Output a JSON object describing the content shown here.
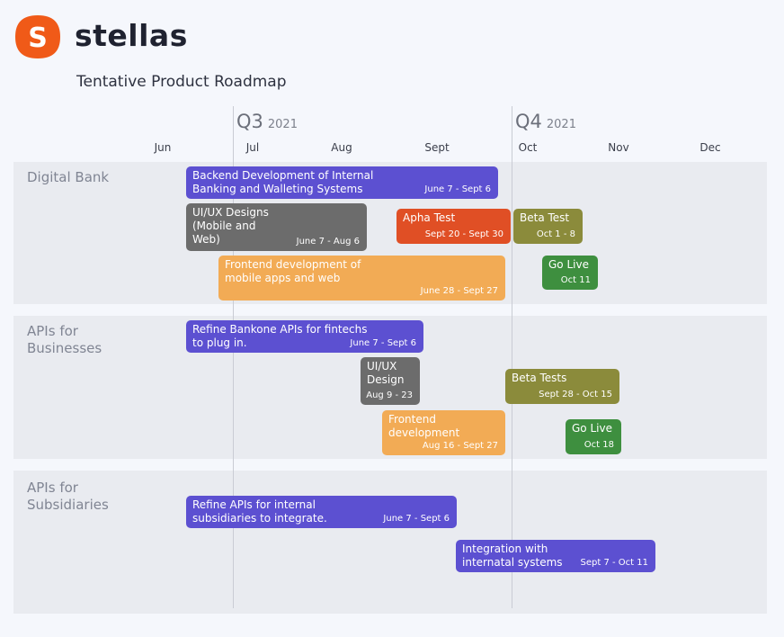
{
  "brand": {
    "name": "stellas",
    "logo_letter": "S",
    "logo_color": "#f05a18"
  },
  "subtitle": "Tentative Product Roadmap",
  "quarters": [
    {
      "label": "Q3",
      "year": "2021"
    },
    {
      "label": "Q4",
      "year": "2021"
    }
  ],
  "months": [
    "Jun",
    "Jul",
    "Aug",
    "Sept",
    "Oct",
    "Nov",
    "Dec"
  ],
  "sections": [
    {
      "label": "Digital Bank",
      "tasks": [
        {
          "title": "Backend Development of Internal\nBanking and Walleting Systems",
          "dates": "June 7 - Sept 6",
          "color": "#5c50d1"
        },
        {
          "title": "UI/UX Designs\n(Mobile and\nWeb)",
          "dates": "June 7 - Aug 6",
          "color": "#6c6c6c"
        },
        {
          "title": "Apha Test",
          "dates": "Sept 20 - Sept 30",
          "color": "#e04f25"
        },
        {
          "title": "Beta Test",
          "dates": "Oct 1 - 8",
          "color": "#8b8b3b"
        },
        {
          "title": "Frontend development of\nmobile apps and web",
          "dates": "June 28 - Sept 27",
          "color": "#f2ab55"
        },
        {
          "title": "Go Live",
          "dates": "Oct 11",
          "color": "#3e8f3f"
        }
      ]
    },
    {
      "label": "APIs for\nBusinesses",
      "tasks": [
        {
          "title": "Refine Bankone APIs for fintechs\nto plug in.",
          "dates": "June 7 - Sept 6",
          "color": "#5c50d1"
        },
        {
          "title": "UI/UX\nDesign",
          "dates": "Aug 9 - 23",
          "color": "#6c6c6c"
        },
        {
          "title": "Beta Tests",
          "dates": "Sept 28 - Oct 15",
          "color": "#8b8b3b"
        },
        {
          "title": "Frontend\ndevelopment",
          "dates": "Aug 16 - Sept 27",
          "color": "#f2ab55"
        },
        {
          "title": "Go Live",
          "dates": "Oct 18",
          "color": "#3e8f3f"
        }
      ]
    },
    {
      "label": "APIs for\nSubsidiaries",
      "tasks": [
        {
          "title": "Refine APIs for internal\nsubsidiaries to integrate.",
          "dates": "June 7 - Sept 6",
          "color": "#5c50d1"
        },
        {
          "title": "Integration with\ninternatal systems",
          "dates": "Sept 7 - Oct 11",
          "color": "#5c50d1"
        }
      ]
    }
  ]
}
